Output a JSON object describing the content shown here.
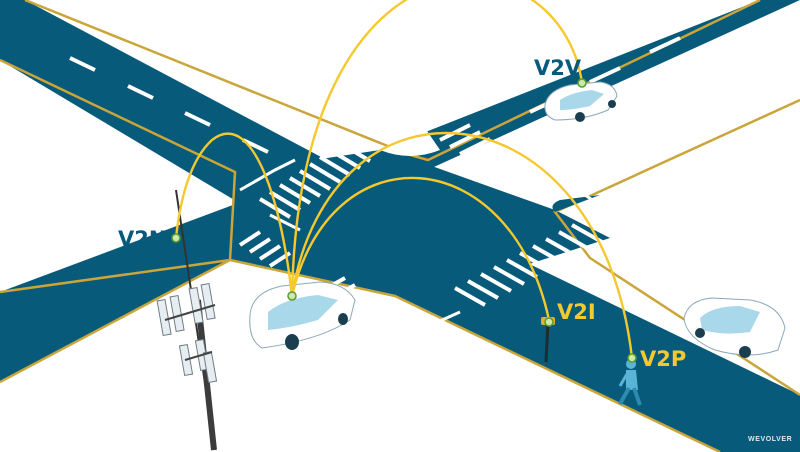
{
  "labels": {
    "v2v": "V2V",
    "v2n": "V2N",
    "v2i": "V2I",
    "v2p": "V2P"
  },
  "brand": "WEVOLVER",
  "colors": {
    "road": "#075a7a",
    "road_edge": "#c9a53a",
    "link": "#f5c92e",
    "label_dark": "#075a7a",
    "label_light": "#f5c92e",
    "car_body": "#ffffff",
    "car_glass": "#a9d8ea",
    "pedestrian": "#5ab4d6",
    "tower": "#3c3c3c"
  },
  "icons": {
    "cell_tower": "cell-tower-icon",
    "car": "car-icon",
    "pedestrian": "pedestrian-icon",
    "roadside_unit": "roadside-unit-icon"
  }
}
